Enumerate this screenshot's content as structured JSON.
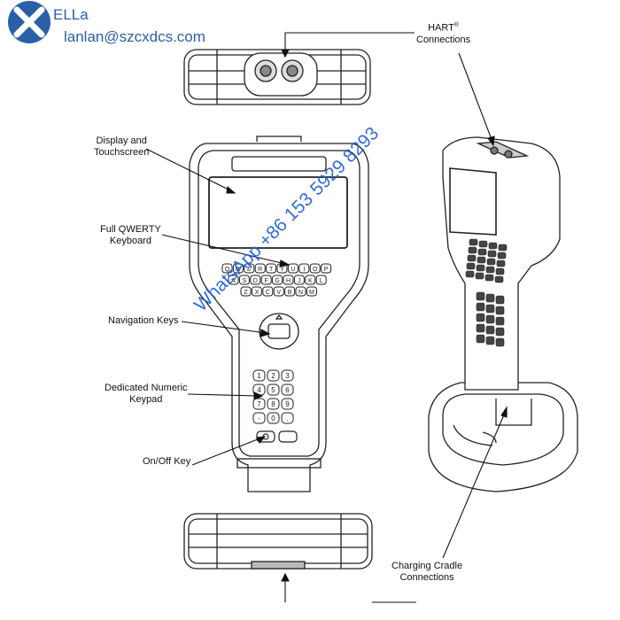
{
  "brand": {
    "name": "ELLa",
    "email": "lanlan@szcxdcs.com",
    "logo_icon": "x-circle-logo-icon",
    "color": "#2a5fa8"
  },
  "watermark": {
    "text": "WhatsApp +86 153 5929 8293",
    "color": "#1e5ed8"
  },
  "callouts": {
    "hart_title": "HART",
    "hart_sup": "®",
    "hart_sub": "Connections",
    "display_line1": "Display and",
    "display_line2": "Touchscreen",
    "keyboard_line1": "Full QWERTY",
    "keyboard_line2": "Keyboard",
    "navigation": "Navigation Keys",
    "numeric_line1": "Dedicated Numeric",
    "numeric_line2": "Keypad",
    "onoff": "On/Off Key",
    "cradle_line1": "Charging Cradle",
    "cradle_line2": "Connections"
  },
  "keyboard_rows": [
    [
      "Q",
      "W",
      "E",
      "R",
      "T",
      "Y",
      "U",
      "I",
      "O",
      "P"
    ],
    [
      "A",
      "S",
      "D",
      "F",
      "G",
      "H",
      "J",
      "K",
      "L"
    ],
    [
      "Z",
      "X",
      "C",
      "V",
      "B",
      "N",
      "M"
    ]
  ],
  "numeric_keys": [
    "1",
    "2",
    "3",
    "4",
    "5",
    "6",
    "7",
    "8",
    "9",
    "-",
    "0",
    "."
  ]
}
